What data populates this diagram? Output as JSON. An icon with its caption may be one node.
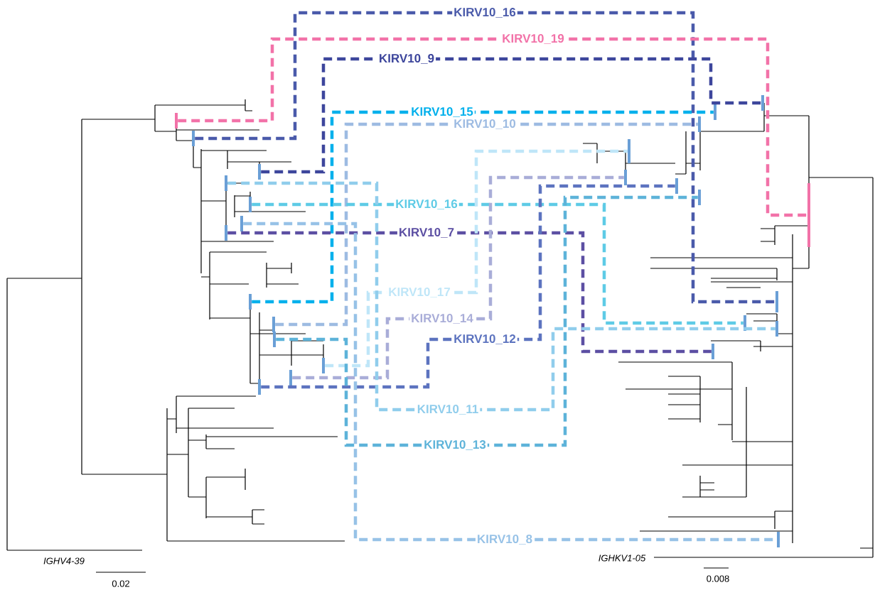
{
  "diagram": {
    "nodes": [
      {
        "text": [],
        "shape": "bar"
      },
      {
        "text": [],
        "shape": "bar"
      },
      {
        "text": [],
        "shape": "bar"
      },
      {
        "text": [],
        "shape": "bar"
      },
      {
        "text": [],
        "shape": "bar"
      },
      {
        "text": [],
        "shape": "bar"
      },
      {
        "text": [],
        "shape": "bar"
      },
      {
        "text": [],
        "shape": "bar"
      },
      {
        "text": [],
        "shape": "bar"
      },
      {
        "text": [],
        "shape": "bar"
      },
      {
        "text": [],
        "shape": "bar"
      },
      {
        "text": [],
        "shape": "bar"
      },
      {
        "text": [],
        "shape": "bar"
      },
      {
        "text": [],
        "shape": "bar"
      },
      {
        "text": [],
        "shape": "bar"
      },
      {
        "text": [],
        "shape": "bar"
      },
      {
        "text": [],
        "shape": "bar"
      },
      {
        "text": [],
        "shape": "bar"
      },
      {
        "text": [],
        "shape": "bar"
      },
      {
        "text": [],
        "shape": "bar"
      },
      {
        "text": [],
        "shape": "bar"
      },
      {
        "text": [],
        "shape": "bar"
      },
      {
        "text": [],
        "shape": "bar"
      },
      {
        "text": [],
        "shape": "bar"
      },
      {
        "text": [],
        "shape": "bar"
      },
      {
        "text": [],
        "shape": "bar"
      }
    ],
    "edges": [
      {
        "from": 0,
        "to": 1,
        "arrow": "none",
        "label": "KIRV10_16",
        "style": "dashed",
        "color": "#4a5aaa"
      },
      {
        "from": 2,
        "to": 3,
        "arrow": "none",
        "label": "KIRV10_19",
        "style": "dashed",
        "color": "#f272a8"
      },
      {
        "from": 4,
        "to": 5,
        "arrow": "none",
        "label": "KIRV10_9",
        "style": "dashed",
        "color": "#3d469c"
      },
      {
        "from": 6,
        "to": 7,
        "arrow": "none",
        "label": "KIRV10_15",
        "style": "dashed",
        "color": "#00b0ec"
      },
      {
        "from": 8,
        "to": 9,
        "arrow": "none",
        "label": "KIRV10_10",
        "style": "dashed",
        "color": "#9dbbe2"
      },
      {
        "from": 10,
        "to": 11,
        "arrow": "none",
        "label": "KIRV10_16",
        "style": "dashed",
        "color": "#5ecbe6"
      },
      {
        "from": 12,
        "to": 13,
        "arrow": "none",
        "label": "KIRV10_7",
        "style": "dashed",
        "color": "#5c4fa3"
      },
      {
        "from": 14,
        "to": 15,
        "arrow": "none",
        "label": "KIRV10_17",
        "style": "dashed",
        "color": "#bfe6f8"
      },
      {
        "from": 16,
        "to": 17,
        "arrow": "none",
        "label": "KIRV10_14",
        "style": "dashed",
        "color": "#a9add8"
      },
      {
        "from": 18,
        "to": 19,
        "arrow": "none",
        "label": "KIRV10_12",
        "style": "dashed",
        "color": "#5c73bf"
      },
      {
        "from": 20,
        "to": 21,
        "arrow": "none",
        "label": "KIRV10_11",
        "style": "dashed",
        "color": "#90cdec"
      },
      {
        "from": 22,
        "to": 23,
        "arrow": "none",
        "label": "KIRV10_13",
        "style": "dashed",
        "color": "#5db3d9"
      },
      {
        "from": 24,
        "to": 25,
        "arrow": "none",
        "label": "KIRV10_8",
        "style": "dashed",
        "color": "#97c2e7"
      }
    ],
    "labels": [
      "IGHV4-39",
      "IGHKV1-05",
      "0.02",
      "0.008"
    ]
  }
}
